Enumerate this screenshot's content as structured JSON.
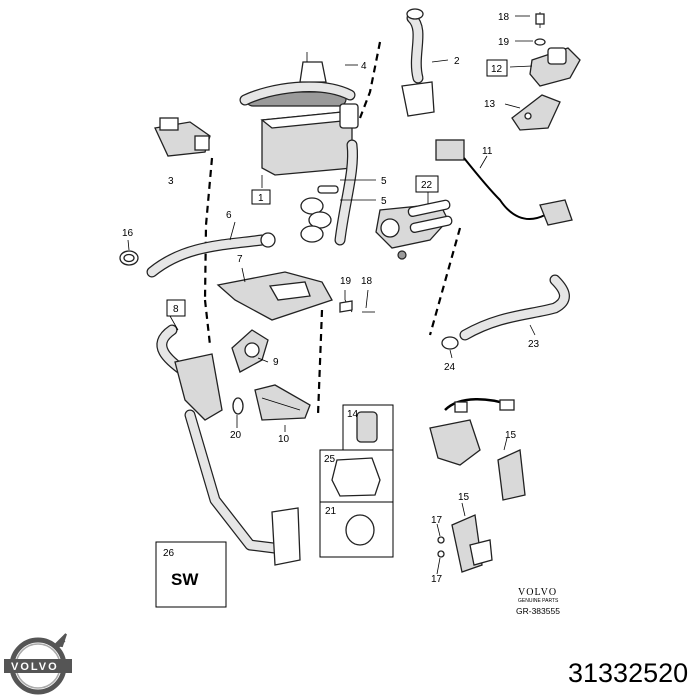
{
  "part_number": "31332520",
  "brand": {
    "emblem_text": "VOLVO",
    "footer_brand": "VOLVO",
    "footer_subtitle": "GENUINE PARTS",
    "drawing_ref": "GR-383555"
  },
  "legend_box": {
    "number": "26",
    "text": "SW"
  },
  "callouts": {
    "c1": "1",
    "c2": "2",
    "c3": "3",
    "c4": "4",
    "c5a": "5",
    "c5b": "5",
    "c6": "6",
    "c7": "7",
    "c8": "8",
    "c9": "9",
    "c10": "10",
    "c11": "11",
    "c12": "12",
    "c13": "13",
    "c14": "14",
    "c15a": "15",
    "c15b": "15",
    "c16": "16",
    "c17a": "17",
    "c17b": "17",
    "c18a": "18",
    "c18b": "18",
    "c19a": "19",
    "c19b": "19",
    "c20": "20",
    "c21": "21",
    "c22": "22",
    "c23": "23",
    "c24": "24",
    "c25": "25"
  },
  "colors": {
    "line": "#000000",
    "fill_light": "#d9d9d9",
    "fill_dark": "#9a9a9a"
  }
}
